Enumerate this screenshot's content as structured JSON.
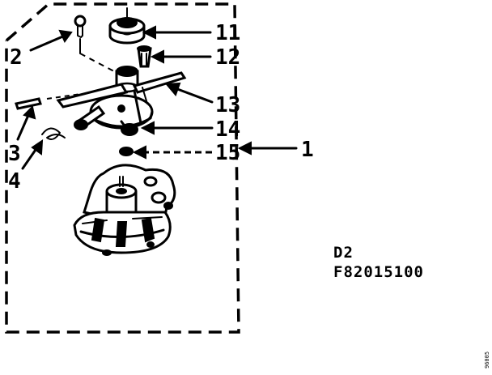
{
  "callouts": {
    "c1": "1",
    "c2": "2",
    "c3": "3",
    "c4": "4",
    "c11": "11",
    "c12": "12",
    "c13": "13",
    "c14": "14",
    "c15": "15"
  },
  "reference": {
    "section": "D2",
    "part_number": "F82015100"
  },
  "side_code": "96005"
}
